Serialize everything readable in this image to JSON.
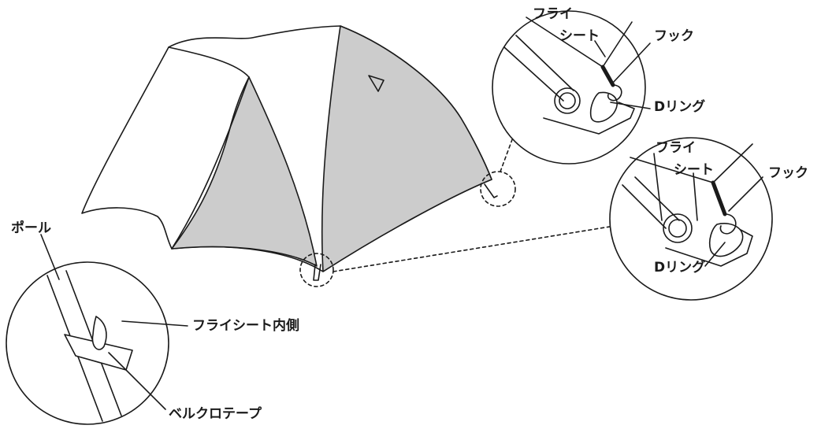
{
  "labels": {
    "fly_sheet_top": "フライ",
    "sheet_top": "シート",
    "hook_top": "フック",
    "d_ring_top": "Dリング",
    "fly_sheet_mid": "フライ",
    "sheet_mid": "シート",
    "hook_mid": "フック",
    "d_ring_mid": "Dリング",
    "pole": "ポール",
    "fly_sheet_inside": "フライシート内側",
    "velcro_tape": "ベルクロテープ"
  },
  "colors": {
    "line": "#1a1a1a",
    "fill_gray": "#cccccc",
    "background": "#ffffff"
  }
}
